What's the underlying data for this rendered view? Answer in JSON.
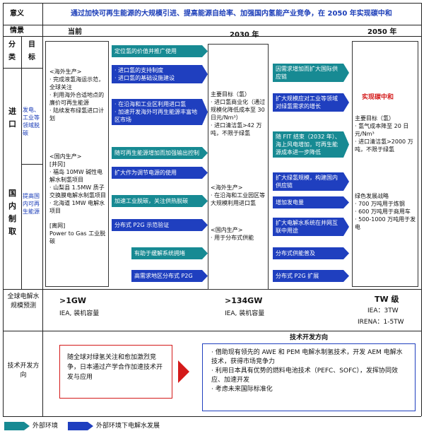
{
  "header": {
    "meaning_label": "意义",
    "meaning_text": "通过加快可再生能源的大规模引进、提高能源自给率、加强国内氢能产业竞争，在 2050 年实现碳中和",
    "scenario_label": "情景",
    "col_now": "当前",
    "col_2030": "2030 年",
    "col_2050": "2050 年"
  },
  "left": {
    "fen": "分",
    "lei": "类",
    "mu": "目",
    "biao": "标",
    "jin": "进",
    "kou": "口",
    "guo": "国",
    "nei": "内",
    "zhi": "制",
    "qu": "取",
    "goal1": "发电、工业等领域脱碳",
    "goal2": "提高国内可再生能源"
  },
  "now": {
    "overseas_title": "<海外生产>",
    "overseas_1": "· 完成液氢海运示范，全球关注",
    "overseas_2": "· 利用海外合适地点的廉价可再生能源",
    "overseas_3": "· 陆续发布绿氢进口计划",
    "domestic_title": "<国内生产>",
    "fuji_title": "[井冈]",
    "fuji_1": "· 福岛 10MW 碱性电解水制氢项目",
    "fuji_2": "· 山梨县 1.5MW 质子交换膜电解水制氢项目",
    "fuji_3": "· 北海道 1MW 电解水项目",
    "p2g_title": "[离网]",
    "p2g_text": "Power to Gas 工业脱碳"
  },
  "arrows_a": [
    "定位氢的价值并推广使用",
    "· 进口氢的支持制度",
    "· 进口氢的基础设施建设",
    "· 在沿海和工业区利用进口氢",
    "· 加速开发海外可再生能源丰富地区市场",
    "随可再生能源增加而加强输出控制",
    "扩大作为调节电源的使用",
    "加速工业脱碳，关注供热脱碳",
    "分布式 P2G 示范验证",
    "有助于缓解系统拥堵",
    "高需求地区分布式 P2G"
  ],
  "mid": {
    "goal_title": "主要目标（氢）",
    "goal_1": "· 进口氢商业化（通过规模化降低成本至 30 日元/Nm³）",
    "goal_2": "· 进口清洁氢>42 万吨，不限于绿氢",
    "overseas_title": "<海外生产>",
    "overseas_1": "· 在沿海和工业园区等大规模利用进口氢",
    "domestic_title": "<国内生产>",
    "domestic_1": "· 用于分布式供能"
  },
  "arrows_b": [
    "因需求增加而扩大国际供应链",
    "扩大规模应对工业等领域对绿氢需求的增长",
    "随 FIT 结束（2032 年）、海上风电增加，可再生能源成本进一步降低",
    "扩大绿氢规模，构建国内供应链",
    "增加发电量",
    "扩大电解水系统在并网互联中用途",
    "分布式供能普及",
    "分布式 P2G 扩展"
  ],
  "right": {
    "carbon": "实现碳中和",
    "goal_title": "主要目标（氢）",
    "goal_1": "· 氢气成本降至 20 日元/Nm³",
    "goal_2": "· 进口清洁氢>2000 万吨，不限于绿氢",
    "strategy_title": "绿色发展战略",
    "s1": "· 700 万吨用于炼钢",
    "s2": "· 600 万吨用于商用车",
    "s3": "· 500-1000 万吨用于发电"
  },
  "scale": {
    "label": "全球电解水规模预测",
    "now_val": ">1GW",
    "now_src": "IEA, 装机容量",
    "mid_val": ">134GW",
    "mid_src": "IEA, 装机容量",
    "right_val": "TW 级",
    "right_1": "IEA：3TW",
    "right_2": "IRENA：1-5TW"
  },
  "tech": {
    "label": "技术开发方向",
    "left_box": "随全球对绿氢关注和愈加激烈竞争，日本通过产学合作加速技术开发与应用",
    "right_title": "技术开发方向",
    "r1": "· 借助现有领先的 AWE 和 PEM 电解水制氢技术，开发 AEM 电解水技术，获得市场竞争力",
    "r2": "· 利用日本具有优势的燃料电池技术（PEFC、SOFC），发挥协同效应、加速开发",
    "r3": "· 考虑未来国际标准化"
  },
  "legend": {
    "teal": "外部环境",
    "navy": "外部环境下电解水发展"
  },
  "colors": {
    "teal": "#178a93",
    "navy": "#1f3fbf",
    "red": "#d41a1a",
    "blue_text": "#1a3cb8"
  }
}
